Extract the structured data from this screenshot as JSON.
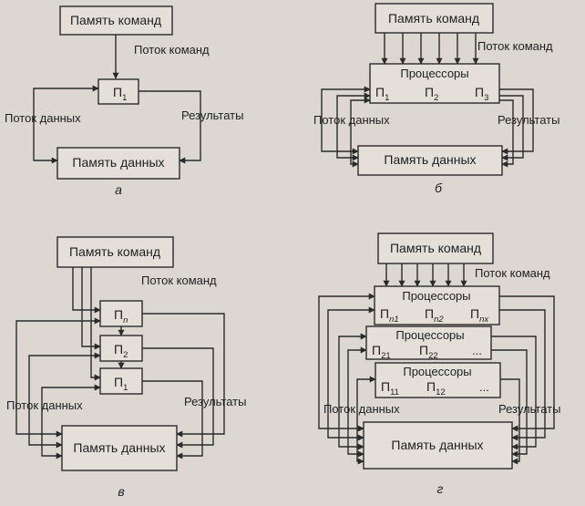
{
  "labels": {
    "instr_memory": "Память команд",
    "data_memory": "Память данных",
    "instr_stream": "Поток команд",
    "data_stream": "Поток данных",
    "results": "Результаты",
    "processors": "Процессоры",
    "proc_prefix": "П"
  },
  "panels": {
    "a": {
      "caption": "а",
      "proc": {
        "sub": "1"
      }
    },
    "b": {
      "caption": "б",
      "procs": [
        {
          "sub": "1"
        },
        {
          "sub": "2"
        },
        {
          "sub": "3"
        }
      ]
    },
    "v": {
      "caption": "в",
      "procs": [
        {
          "sub": "n"
        },
        {
          "sub": "2"
        },
        {
          "sub": "1"
        }
      ]
    },
    "g": {
      "caption": "г",
      "rows": [
        [
          {
            "sub": "n1"
          },
          {
            "sub": "n2"
          },
          {
            "sub": "nx"
          }
        ],
        [
          {
            "sub": "21"
          },
          {
            "sub": "22"
          },
          {
            "sub": "..."
          }
        ],
        [
          {
            "sub": "11"
          },
          {
            "sub": "12"
          },
          {
            "sub": "..."
          }
        ]
      ]
    }
  },
  "colors": {
    "background": "#dcd8d1",
    "box_fill": "#e4e0d9",
    "ink": "#2a2a2a"
  }
}
